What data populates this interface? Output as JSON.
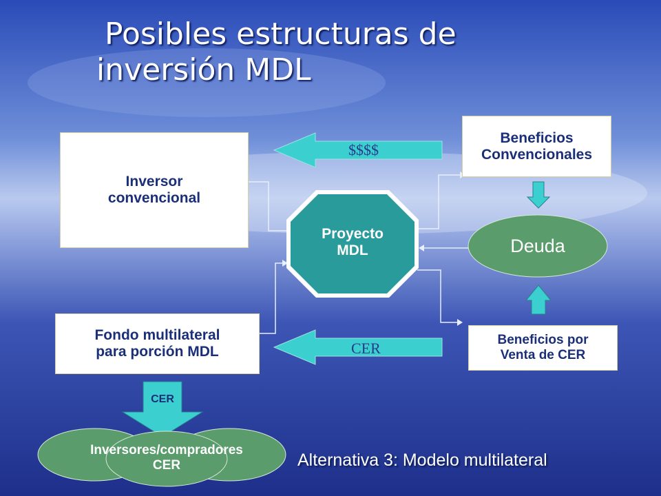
{
  "slide": {
    "title_line1": "Posibles estructuras de",
    "title_line2": "inversión MDL",
    "caption": "Alternativa 3: Modelo multilateral"
  },
  "boxes": {
    "inversor": "Inversor\nconvencional",
    "fondo": "Fondo multilateral\npara porción MDL",
    "beneficios_conv": "Beneficios\nConvencionales",
    "beneficios_cer": "Beneficios por\nVenta de CER"
  },
  "nodes": {
    "proyecto": "Proyecto\nMDL",
    "deuda": "Deuda",
    "inversores_cer": "Inversores/compradores\nCER"
  },
  "arrows": {
    "money": "$$$$",
    "cer_flow": "CER",
    "cer_down": "CER"
  },
  "colors": {
    "teal": "#3ccfcf",
    "octagon": "#2a9b9b",
    "green": "#5a9c6c",
    "text_dark": "#1a2f78"
  }
}
